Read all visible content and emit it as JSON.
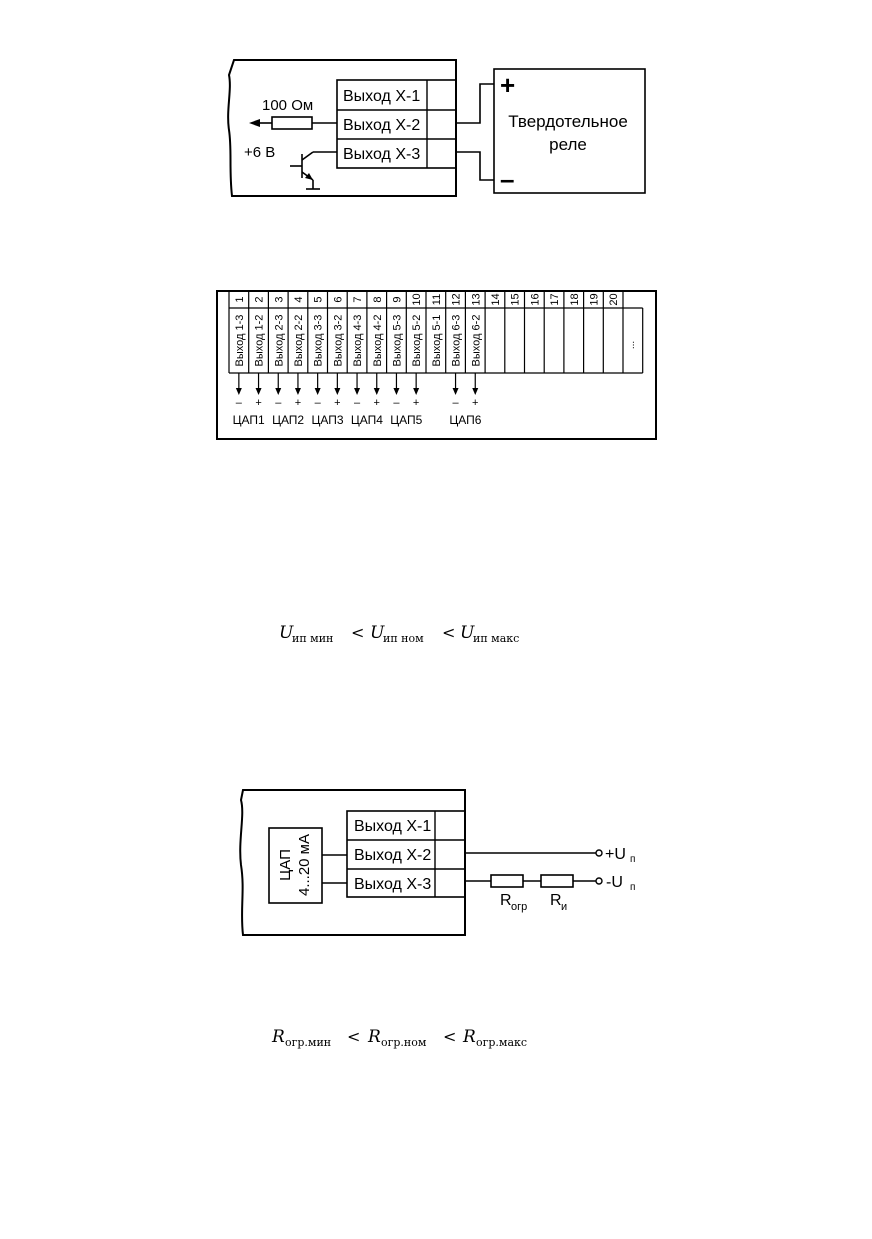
{
  "diagram1": {
    "outputs": [
      "Выход Х-1",
      "Выход Х-2",
      "Выход Х-3"
    ],
    "resistor_label": "100 Ом",
    "supply_label": "+6 В",
    "relay_label_line1": "Твердотельное",
    "relay_label_line2": "реле",
    "plus_sign": "+",
    "minus_sign": "–"
  },
  "diagram2": {
    "terminals": [
      {
        "num": "1",
        "label": "Выход 1-3"
      },
      {
        "num": "2",
        "label": "Выход 1-2"
      },
      {
        "num": "3",
        "label": "Выход 2-3"
      },
      {
        "num": "4",
        "label": "Выход 2-2"
      },
      {
        "num": "5",
        "label": "Выход 3-3"
      },
      {
        "num": "6",
        "label": "Выход 3-2"
      },
      {
        "num": "7",
        "label": "Выход 4-3"
      },
      {
        "num": "8",
        "label": "Выход 4-2"
      },
      {
        "num": "9",
        "label": "Выход 5-3"
      },
      {
        "num": "10",
        "label": "Выход 5-2"
      },
      {
        "num": "11",
        "label": "Выход 5-1"
      },
      {
        "num": "12",
        "label": "Выход 6-3"
      },
      {
        "num": "13",
        "label": "Выход 6-2"
      },
      {
        "num": "14",
        "label": ""
      },
      {
        "num": "15",
        "label": ""
      },
      {
        "num": "16",
        "label": ""
      },
      {
        "num": "17",
        "label": ""
      },
      {
        "num": "18",
        "label": ""
      },
      {
        "num": "19",
        "label": ""
      },
      {
        "num": "20",
        "label": ""
      }
    ],
    "ellipsis": "...",
    "dac_groups": [
      "ЦАП1",
      "ЦАП2",
      "ЦАП3",
      "ЦАП4",
      "ЦАП5",
      "ЦАП6"
    ],
    "minus": "–",
    "plus": "+"
  },
  "formula1": {
    "var": "U",
    "sub1": "ип мин",
    "sub2": "ип ном",
    "sub3": "ип макс",
    "op": "<"
  },
  "diagram3": {
    "outputs": [
      "Выход Х-1",
      "Выход Х-2",
      "Выход Х-3"
    ],
    "dac_line1": "ЦАП",
    "dac_line2": "4...20 мА",
    "r_limit": "R",
    "r_limit_sub": "огр",
    "r_load": "R",
    "r_load_sub": "и",
    "plus_u": "+U",
    "minus_u": "-U",
    "u_sub": "п"
  },
  "formula2": {
    "var": "R",
    "sub1": "огр.мин",
    "sub2": "огр.ном",
    "sub3": "огр.макс",
    "op": "<"
  }
}
